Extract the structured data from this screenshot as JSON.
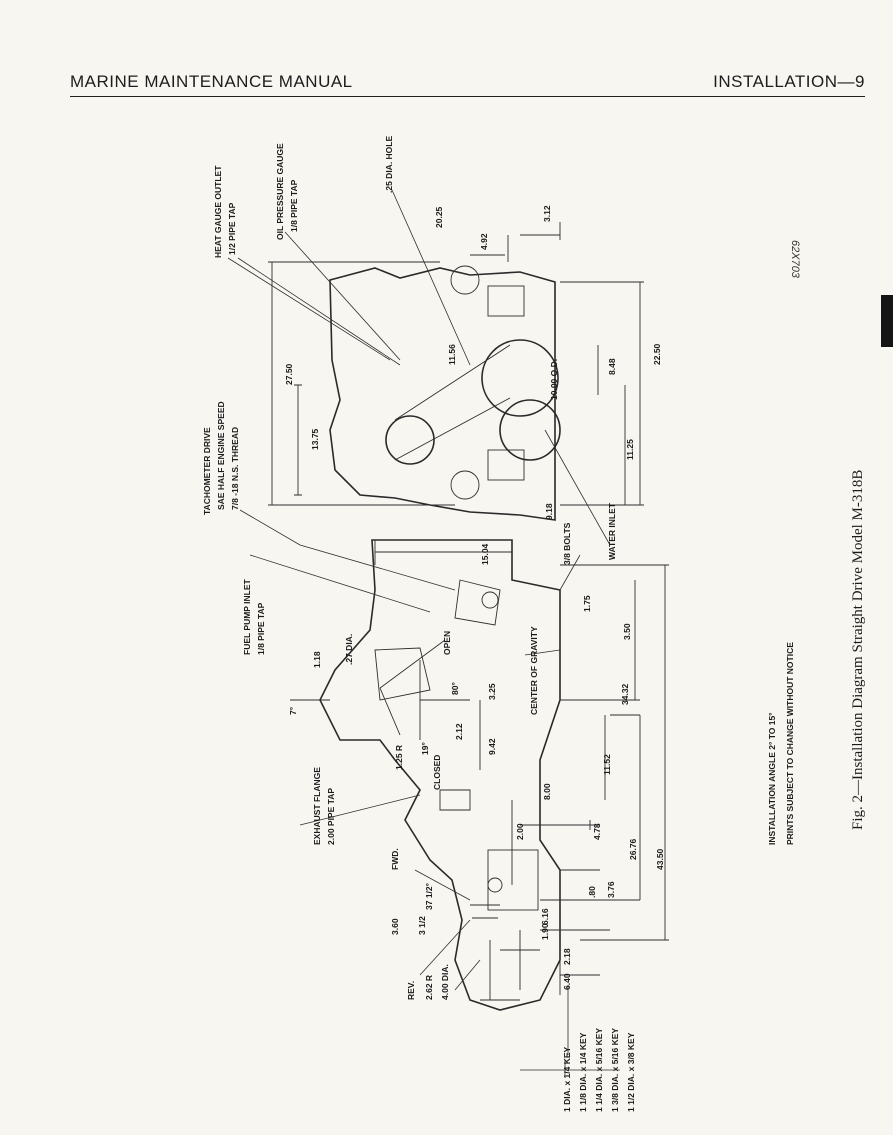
{
  "header": {
    "left": "MARINE MAINTENANCE MANUAL",
    "right": "INSTALLATION—9"
  },
  "caption": "Fig. 2—Installation Diagram Straight Drive Model M-318B",
  "reference_number": "62X703",
  "notes": {
    "installation_angle": "INSTALLATION ANGLE 2° TO 15°",
    "prints_notice": "PRINTS SUBJECT TO CHANGE WITHOUT NOTICE"
  },
  "callouts": {
    "heat_gauge": "HEAT GAUGE OUTLET",
    "heat_gauge_tap": "1/2 PIPE TAP",
    "oil_pressure": "OIL PRESSURE GAUGE",
    "oil_pressure_tap": "1/8 PIPE TAP",
    "hole": ".25 DIA. HOLE",
    "tachometer": "TACHOMETER DRIVE",
    "tachometer_speed": "SAE HALF ENGINE SPEED",
    "tachometer_thread": "7/8 -18 N.S. THREAD",
    "fuel_pump": "FUEL PUMP INLET",
    "fuel_pump_tap": "1/8 PIPE TAP",
    "bolts": "3/8 BOLTS",
    "water_inlet": "WATER INLET",
    "center_gravity": "CENTER OF GRAVITY",
    "exhaust_flange": "EXHAUST FLANGE",
    "exhaust_tap": "2.00 PIPE TAP",
    "fwd": "FWD.",
    "rev": "REV.",
    "open": "OPEN",
    "closed": "CLOSED",
    "od": "10.00 O.D."
  },
  "key_list": [
    "1 DIA. x 1/4 KEY",
    "1 1/8 DIA. x 1/4 KEY",
    "1 1/4 DIA. x 5/16 KEY",
    "1 3/8 DIA. x 5/16 KEY",
    "1 1/2 DIA. x 3/8 KEY"
  ],
  "dimensions": {
    "d_20_25": "20.25",
    "d_4_92": "4.92",
    "d_3_12": "3.12",
    "d_27_50": "27.50",
    "d_13_75": "13.75",
    "d_11_56": "11.56",
    "d_8_48": "8.48",
    "d_22_50": "22.50",
    "d_11_25": "11.25",
    "d_9_18": "9.18",
    "d_15_04": "15.04",
    "d_1_18": "1.18",
    "d_27_dia": ".27 DIA.",
    "d_80": "80°",
    "d_3_25": "3.25",
    "d_2_12": "2.12",
    "d_1_25r": "1.25 R",
    "d_19": "19°",
    "d_9_42": "9.42",
    "d_7": "7°",
    "d_1_75": "1.75",
    "d_3_50": "3.50",
    "d_34_32": "34.32",
    "d_8_00": "8.00",
    "d_11_52": "11.52",
    "d_2_00": "2.00",
    "d_4_78": "4.78",
    "d_26_76": "26.76",
    "d_43_50": "43.50",
    "d_37_5": "37 1/2°",
    "d_3_60": "3.60",
    "d_3_5": "3 1/2",
    "d_6_16": "6.16",
    "d_1_90": "1.90",
    "d_80s": ".80",
    "d_3_76": "3.76",
    "d_2_18": "2.18",
    "d_6_40": "6.40",
    "d_2_62r": "2.62 R",
    "d_4_00": "4.00 DIA."
  }
}
